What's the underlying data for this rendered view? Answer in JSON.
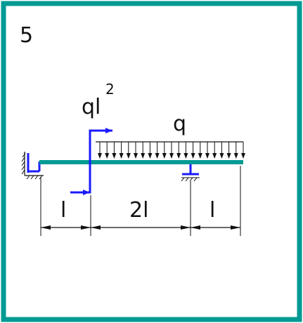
{
  "problem": {
    "number": "5"
  },
  "loads": {
    "moment_label": "ql",
    "moment_exponent": "2",
    "distributed_label": "q"
  },
  "dimensions": {
    "span1": "l",
    "span2": "2l",
    "span3": "l"
  },
  "colors": {
    "frame": "#009a94",
    "beam": "#009a94",
    "supports": "#1a1aff",
    "load": "#1a1aff",
    "ink": "#111111"
  }
}
